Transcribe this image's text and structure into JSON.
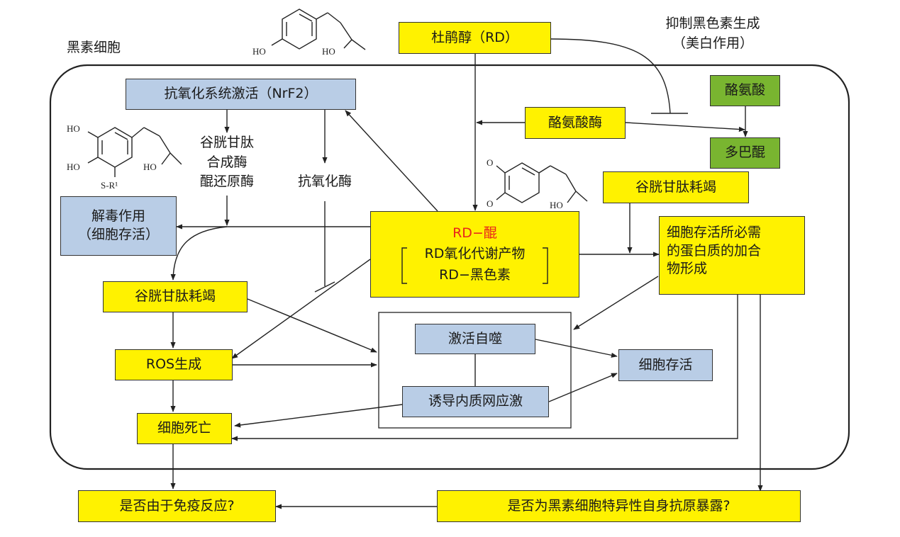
{
  "labels": {
    "cell": "黑素细胞",
    "inhibit_line1": "抑制黑色素生成",
    "inhibit_line2": "（美白作用）",
    "gsh_synthase": "谷胱甘肽",
    "gsh_synthase_2": "合成酶",
    "quinone_reductase": "醌还原酶",
    "antioxidant_enzyme": "抗氧化酶"
  },
  "boxes": {
    "rd": "杜鹃醇（RD）",
    "tyrosinase": "酪氨酸酶",
    "tyrosine": "酪氨酸",
    "dopaquinone": "多巴醌",
    "gsh_depletion_right": "谷胱甘肽耗竭",
    "nrf2": "抗氧化系统激活（NrF2）",
    "detox_1": "解毒作用",
    "detox_2": "（细胞存活）",
    "rd_quinone_title": "RD−醌",
    "rd_quinone_line1": "RD氧化代谢产物",
    "rd_quinone_line2": "RD−黑色素",
    "protein_adduct_1": "细胞存活所必需",
    "protein_adduct_2": "的蛋白质的加合",
    "protein_adduct_3": "物形成",
    "gsh_depletion_left": "谷胱甘肽耗竭",
    "ros": "ROS生成",
    "autophagy": "激活自噬",
    "er_stress": "诱导内质网应激",
    "cell_survival": "细胞存活",
    "cell_death": "细胞死亡",
    "immune": "是否由于免疫反应?",
    "antigen": "是否为黑素细胞特异性自身抗原暴露?"
  },
  "chem": {
    "ho": "HO",
    "o": "O",
    "sr": "S-R¹"
  },
  "colors": {
    "yellow": "#fff200",
    "blue": "#b9cde6",
    "green": "#79b530",
    "red_text": "#e8251b"
  }
}
